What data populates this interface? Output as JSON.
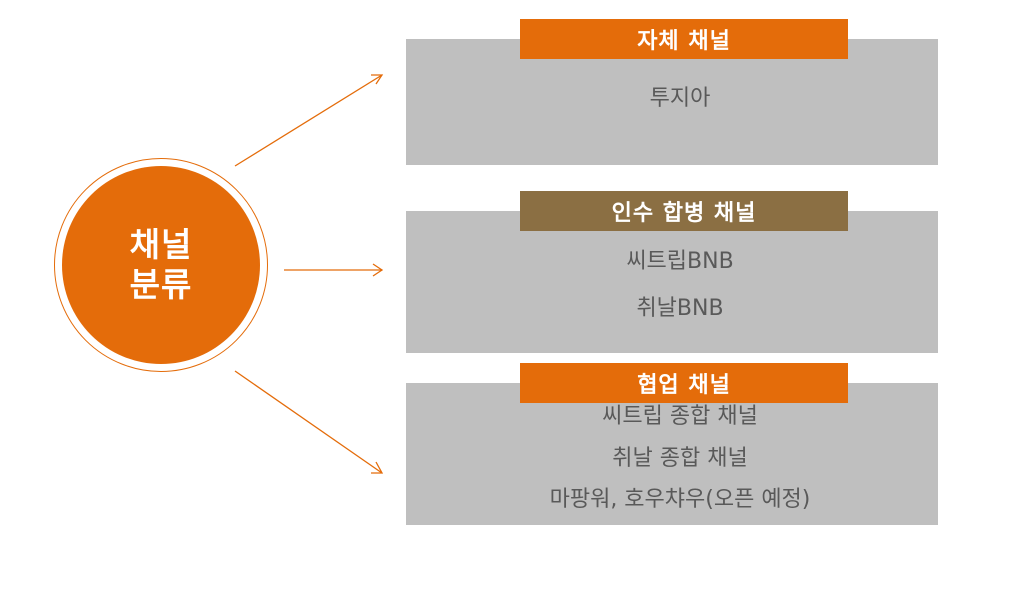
{
  "center": {
    "lines": [
      "채널",
      "분류"
    ]
  },
  "categories": [
    {
      "title": "자체 채널",
      "items": [
        "투지아"
      ]
    },
    {
      "title": "인수 합병 채널",
      "items": [
        "씨트립BNB",
        "취날BNB"
      ]
    },
    {
      "title": "협업 채널",
      "items": [
        "씨트립 종합 채널",
        "취날 종합 채널",
        "마팡워, 호우챠우(오픈 예정)"
      ]
    }
  ],
  "colors": {
    "accent_orange": "#e46c0a",
    "accent_brown": "#8b6f43",
    "panel_gray": "#bfbfbf",
    "item_text": "#595959"
  }
}
